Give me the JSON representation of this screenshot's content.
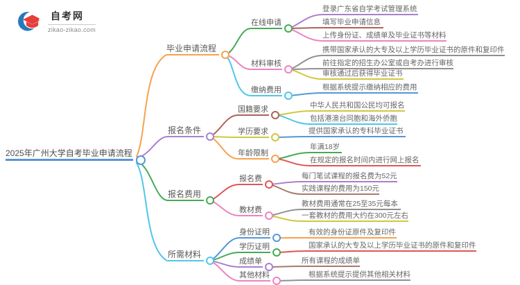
{
  "logo": {
    "title": "自考网",
    "domain": "zikao-zikao.com",
    "icon": "graduation-cap-icon"
  },
  "palette": {
    "blue": "#5596d8",
    "orange": "#f7a14b",
    "purple": "#a97fd0",
    "green": "#46aa53",
    "cyan": "#4ec7e8",
    "pink": "#ee82c0",
    "maroon": "#ad6258",
    "gray": "#909090",
    "olive": "#cfc83d",
    "red": "#e05555",
    "brown": "#a87a6e"
  },
  "mindmap": {
    "root": {
      "label": "2025年广州大学自考毕业申请流程"
    },
    "branches": [
      {
        "label": "毕业申请流程",
        "children": [
          {
            "label": "在线申请",
            "leaves": [
              "登录广东省自学考试管理系统",
              "填写毕业申请信息",
              "上传身份证、成绩单及毕业证书等材料"
            ]
          },
          {
            "label": "材料审核",
            "leaves": [
              "携带国家承认的大专及以上学历毕业证书的原件和复印件",
              "前往指定的招生办公室或自考办进行审核",
              "审核通过后获得毕业证书"
            ]
          },
          {
            "label": "缴纳费用",
            "leaves": [
              "根据系统提示缴纳相应的费用"
            ]
          }
        ]
      },
      {
        "label": "报名条件",
        "children": [
          {
            "label": "国籍要求",
            "leaves": [
              "中华人民共和国公民均可报名",
              "包括港澳台同胞和海外侨胞"
            ]
          },
          {
            "label": "学历要求",
            "leaves": [
              "提供国家承认的专科毕业证书"
            ]
          },
          {
            "label": "年龄限制",
            "leaves": [
              "年满18岁",
              "在规定的报名时间内进行网上报名"
            ]
          }
        ]
      },
      {
        "label": "报名费用",
        "children": [
          {
            "label": "报名费",
            "leaves": [
              "每门笔试课程的报名费为52元",
              "实践课程的费用为150元"
            ]
          },
          {
            "label": "教材费",
            "leaves": [
              "教材费用通常在25至35元每本",
              "一套教材的费用大约在300元左右"
            ]
          }
        ]
      },
      {
        "label": "所需材料",
        "children": [
          {
            "label": "身份证明",
            "leaves": [
              "有效的身份证原件及复印件"
            ]
          },
          {
            "label": "学历证明",
            "leaves": [
              "国家承认的大专及以上学历毕业证书的原件和复印件"
            ]
          },
          {
            "label": "成绩单",
            "leaves": [
              "所有课程的成绩单"
            ]
          },
          {
            "label": "其他材料",
            "leaves": [
              "根据系统提示提供其他相关材料"
            ]
          }
        ]
      }
    ]
  }
}
